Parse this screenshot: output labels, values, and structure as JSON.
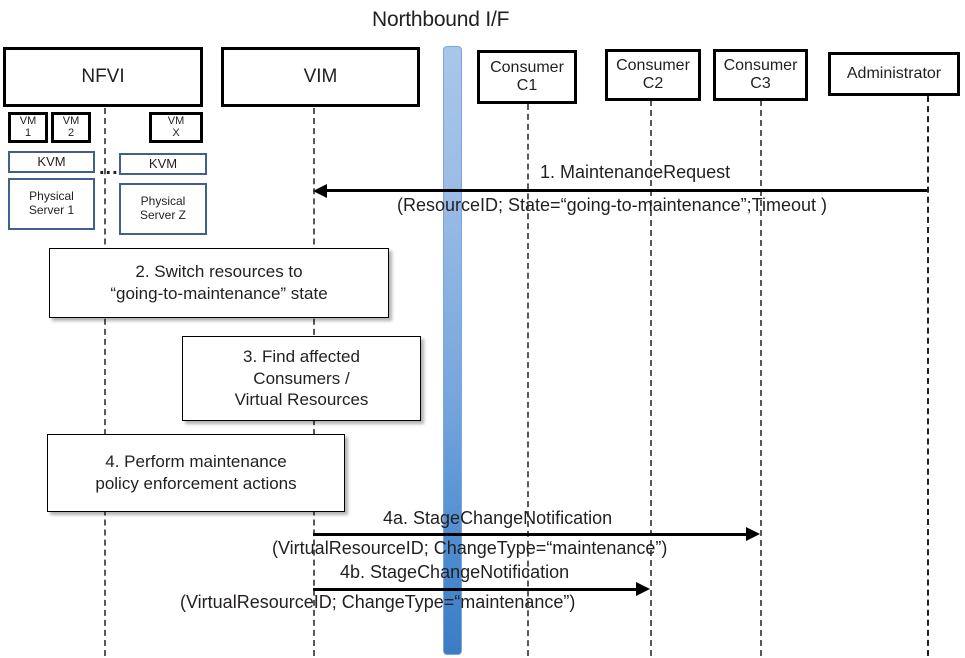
{
  "diagram": {
    "title": "Northbound I/F",
    "type": "uml-sequence-diagram"
  },
  "actors": [
    {
      "name": "nfvi",
      "label": "NFVI"
    },
    {
      "name": "vim",
      "label": "VIM"
    },
    {
      "name": "consumer-c1",
      "label": "Consumer\nC1"
    },
    {
      "name": "consumer-c2",
      "label": "Consumer\nC2"
    },
    {
      "name": "consumer-c3",
      "label": "Consumer\nC3"
    },
    {
      "name": "administrator",
      "label": "Administrator"
    }
  ],
  "nfvi_internals": {
    "vms": [
      {
        "label": "VM\n1"
      },
      {
        "label": "VM\n2"
      },
      {
        "label": "VM\nX"
      }
    ],
    "hypervisors": [
      {
        "label": "KVM"
      },
      {
        "label": "KVM"
      }
    ],
    "servers": [
      {
        "label": "Physical\nServer 1"
      },
      {
        "label": "Physical\nServer Z"
      }
    ],
    "ellipsis": "..."
  },
  "steps": [
    {
      "id": "step-1",
      "number": "1.",
      "name": "MaintenanceRequest",
      "label": "1.    MaintenanceRequest",
      "params": "(ResourceID; State=“going-to-maintenance”;Timeout )",
      "from": "administrator",
      "to": "vim",
      "direction": "left"
    },
    {
      "id": "step-2",
      "label": "2. Switch resources to\n“going-to-maintenance” state",
      "kind": "action"
    },
    {
      "id": "step-3",
      "label": "3. Find affected\nConsumers /\nVirtual Resources",
      "kind": "action"
    },
    {
      "id": "step-4",
      "label": "4. Perform maintenance\npolicy enforcement actions",
      "kind": "action"
    },
    {
      "id": "step-4a",
      "number": "4a.",
      "name": "StageChangeNotification",
      "label": "4a. StageChangeNotification",
      "params": "(VirtualResourceID; ChangeType=“maintenance”)",
      "from": "vim",
      "to": "consumer-c3",
      "direction": "right"
    },
    {
      "id": "step-4b",
      "number": "4b.",
      "name": "StageChangeNotification",
      "label": "4b. StageChangeNotification",
      "params": "(VirtualResourceID; ChangeType=“maintenance”)",
      "from": "vim",
      "to": "consumer-c2",
      "direction": "right"
    }
  ],
  "colors": {
    "lifeline": "#58595b",
    "northbound_bar_top": "#a9c6ea",
    "northbound_bar_bottom": "#3b7cc4",
    "block_border_blue": "#40618c",
    "text": "#231f20"
  }
}
